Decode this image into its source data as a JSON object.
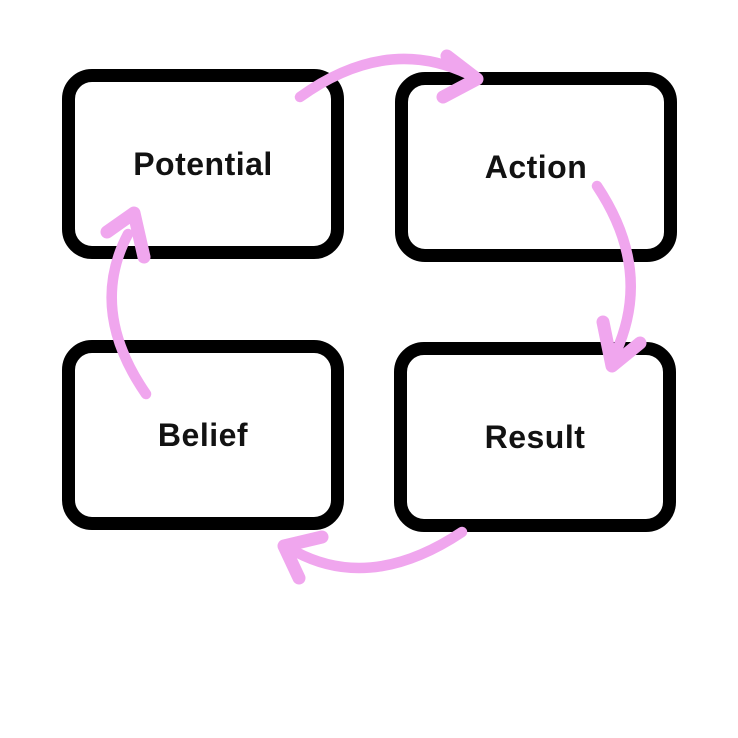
{
  "palette": {
    "background": "#ffffff",
    "box_border": "#000000",
    "label_text": "#121212",
    "arrow": "#f0a6ee"
  },
  "boxes": [
    {
      "id": "potential",
      "label": "Potential"
    },
    {
      "id": "action",
      "label": "Action"
    },
    {
      "id": "belief",
      "label": "Belief"
    },
    {
      "id": "result",
      "label": "Result"
    }
  ],
  "arrows": [
    {
      "id": "potential-to-action",
      "from": "Potential",
      "to": "Action"
    },
    {
      "id": "action-to-result",
      "from": "Action",
      "to": "Result"
    },
    {
      "id": "result-to-belief",
      "from": "Result",
      "to": "Belief"
    },
    {
      "id": "belief-to-potential",
      "from": "Belief",
      "to": "Potential"
    }
  ]
}
